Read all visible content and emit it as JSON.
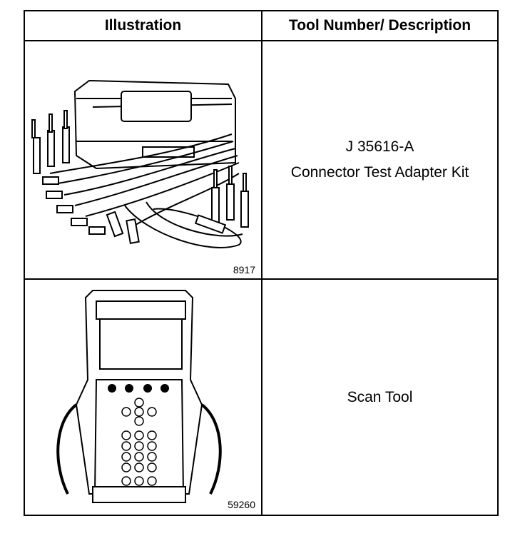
{
  "headers": {
    "illustration": "Illustration",
    "description": "Tool Number/ Description"
  },
  "rows": [
    {
      "tool_number": "J 35616-A",
      "description": "Connector Test Adapter Kit",
      "figure_number": "8917",
      "icon": "connector-test-adapter-kit-icon"
    },
    {
      "tool_number": "",
      "description": "Scan Tool",
      "figure_number": "59260",
      "icon": "scan-tool-icon"
    }
  ]
}
